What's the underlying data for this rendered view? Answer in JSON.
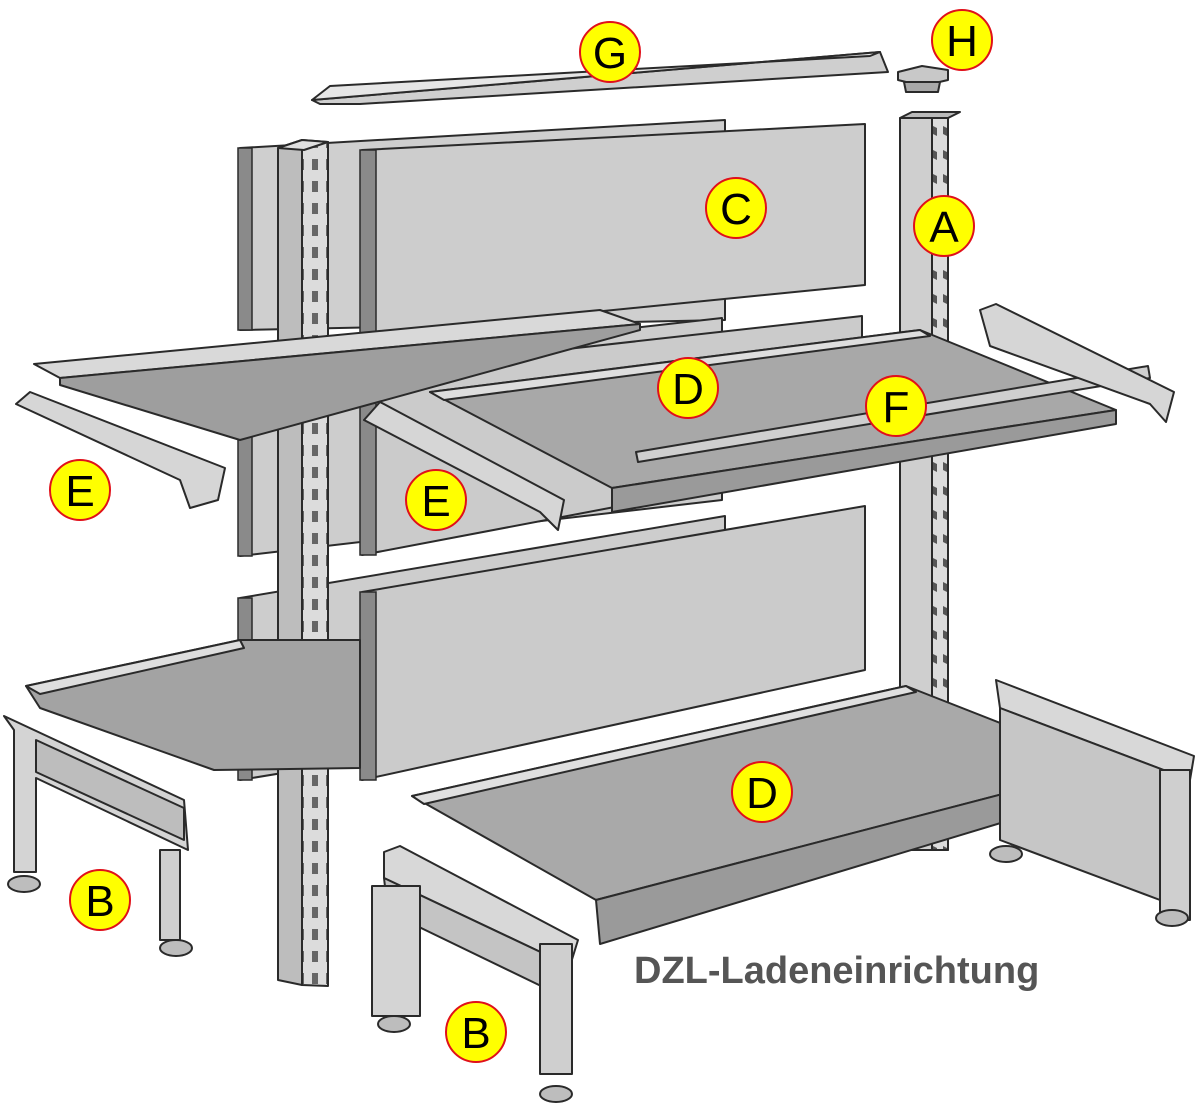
{
  "caption": "DZL-Ladeneinrichtung",
  "labels": {
    "upright": "A",
    "base_left": "B",
    "base_right": "B",
    "back_panel": "C",
    "shelf_top": "D",
    "shelf_bottom": "D",
    "bracket_left": "E",
    "bracket_center": "E",
    "price_rail": "F",
    "top_cover": "G",
    "end_cap": "H"
  },
  "colors": {
    "marker_fill": "#ffff00",
    "marker_border": "#e0101a",
    "metal_light": "#d6d6d6",
    "metal_mid": "#c4c4c4",
    "metal_dark": "#8e8e8e",
    "shelf_face": "#a9a9a9",
    "caption": "#555555"
  }
}
